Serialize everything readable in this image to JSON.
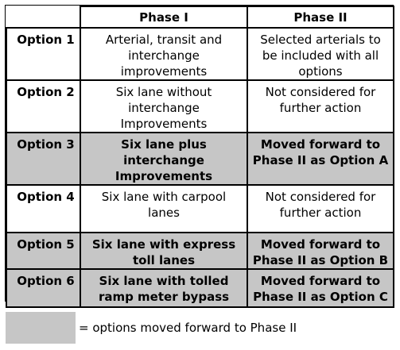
{
  "table": {
    "headers": [
      "",
      "Phase I",
      "Phase II"
    ],
    "rows": [
      {
        "option": "Option 1",
        "phase1": "Arterial, transit and interchange improvements",
        "phase2": "Selected arterials to be included with all options",
        "forwarded": false
      },
      {
        "option": "Option 2",
        "phase1": "Six lane without interchange Improvements",
        "phase2": "Not considered for further action",
        "forwarded": false
      },
      {
        "option": "Option 3",
        "phase1": "Six lane plus interchange Improvements",
        "phase2": "Moved forward to Phase II as Option A",
        "forwarded": true
      },
      {
        "option": "Option 4",
        "phase1": "Six lane with carpool lanes",
        "phase2": "Not considered for further action",
        "forwarded": false
      },
      {
        "option": "Option 5",
        "phase1": "Six lane with express toll lanes",
        "phase2": "Moved forward to Phase II as Option B",
        "forwarded": true
      },
      {
        "option": "Option 6",
        "phase1": "Six lane with tolled ramp meter bypass",
        "phase2": "Moved forward to Phase II as Option C",
        "forwarded": true
      }
    ]
  },
  "legend": {
    "text": "= options moved forward to Phase II",
    "swatch_color": "#c6c6c6"
  },
  "colors": {
    "forwarded_fill": "#c6c6c6",
    "border": "#000000"
  }
}
